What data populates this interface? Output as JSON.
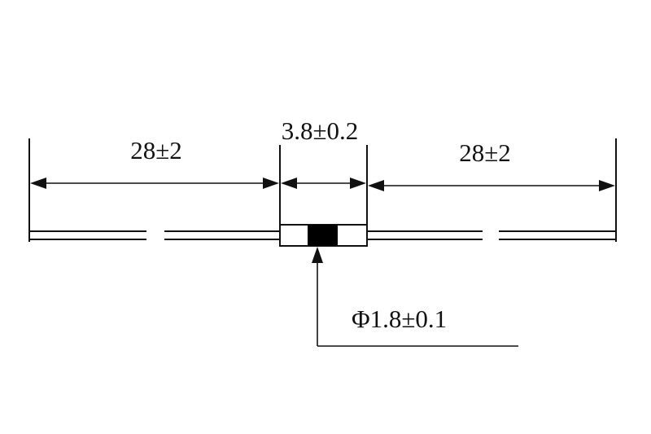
{
  "dimensions": {
    "left_lead_length": "28±2",
    "body_length": "3.8±0.2",
    "right_lead_length": "28±2",
    "body_diameter": "Φ1.8±0.1"
  },
  "colors": {
    "line": "#111111",
    "background": "#ffffff",
    "cathode_band": "#000000"
  }
}
